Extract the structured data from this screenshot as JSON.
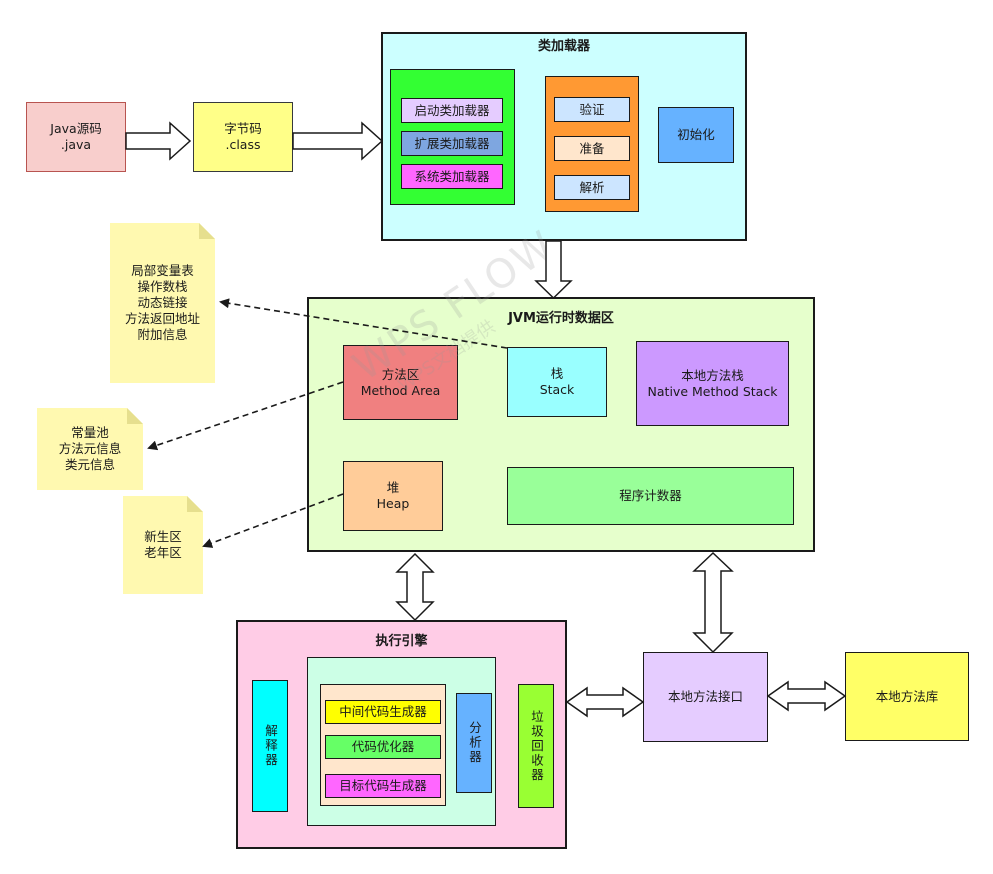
{
  "java_source": {
    "line1": "Java源码",
    "line2": ".java"
  },
  "bytecode": {
    "line1": "字节码",
    "line2": ".class"
  },
  "class_loader": {
    "title": "类加载器",
    "bootstrap": "启动类加载器",
    "extension": "扩展类加载器",
    "system": "系统类加载器",
    "verify": "验证",
    "prepare": "准备",
    "resolve": "解析",
    "init": "初始化"
  },
  "runtime": {
    "title": "JVM运行时数据区",
    "method_area": {
      "line1": "方法区",
      "line2": "Method Area"
    },
    "stack": {
      "line1": "栈",
      "line2": "Stack"
    },
    "native_stack": {
      "line1": "本地方法栈",
      "line2": "Native Method Stack"
    },
    "heap": {
      "line1": "堆",
      "line2": "Heap"
    },
    "pc": "程序计数器"
  },
  "notes": {
    "stack_note": [
      "局部变量表",
      "操作数栈",
      "动态链接",
      "方法返回地址",
      "附加信息"
    ],
    "method_note": [
      "常量池",
      "方法元信息",
      "类元信息"
    ],
    "heap_note": [
      "新生区",
      "老年区"
    ]
  },
  "engine": {
    "title": "执行引擎",
    "interpreter": "解释器",
    "middle_gen": "中间代码生成器",
    "optimizer": "代码优化器",
    "target_gen": "目标代码生成器",
    "analyzer": "分析器",
    "gc": "垃圾回收器"
  },
  "native_interface": "本地方法接口",
  "native_library": "本地方法库",
  "watermark": {
    "line1": "WPS FLOW",
    "line2": "WPS文档提供"
  },
  "colors": {
    "class_loader_bg": "#ccffff",
    "runtime_bg": "#e6ffcc",
    "engine_bg": "#ffcce6",
    "note_bg": "#fff9b0"
  }
}
